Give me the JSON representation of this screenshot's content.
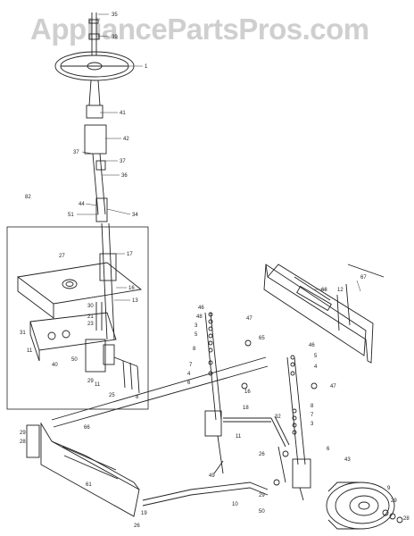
{
  "watermark": "AppliancePartsPros.com",
  "callouts": {
    "c35": "35",
    "c39": "39",
    "c1": "1",
    "c41": "41",
    "c42": "42",
    "c37a": "37",
    "c37b": "37",
    "c36": "36",
    "c44": "44",
    "c51": "51",
    "c34": "34",
    "c82": "82",
    "c27": "27",
    "c17": "17",
    "c16": "16",
    "c13": "13",
    "c30": "30",
    "c21": "21",
    "c23": "23",
    "c31": "31",
    "c11a": "11",
    "c40": "40",
    "c50a": "50",
    "c29a": "29",
    "c25": "25",
    "c8a": "8",
    "c67": "67",
    "c68": "68",
    "c12": "12",
    "c46a": "46",
    "c47a": "47",
    "c65": "65",
    "c48": "48",
    "c3a": "3",
    "c5a": "5",
    "c8b": "8",
    "c7a": "7",
    "c4a": "4",
    "c6a": "6",
    "c46b": "46",
    "c5b": "5",
    "c4b": "4",
    "c47b": "47",
    "c8c": "8",
    "c7b": "7",
    "c3b": "3",
    "c6b": "6",
    "c18": "18",
    "c32": "32",
    "c11b": "11",
    "c49": "49",
    "c10": "10",
    "c26": "26",
    "c29b": "29",
    "c50b": "50",
    "c43": "43",
    "c9": "9",
    "c29c": "29",
    "c28": "28",
    "c66": "66",
    "c61": "61",
    "c29d": "29",
    "c28b": "28",
    "c19": "19",
    "c16b": "16",
    "c11c": "11",
    "c26b": "26"
  }
}
